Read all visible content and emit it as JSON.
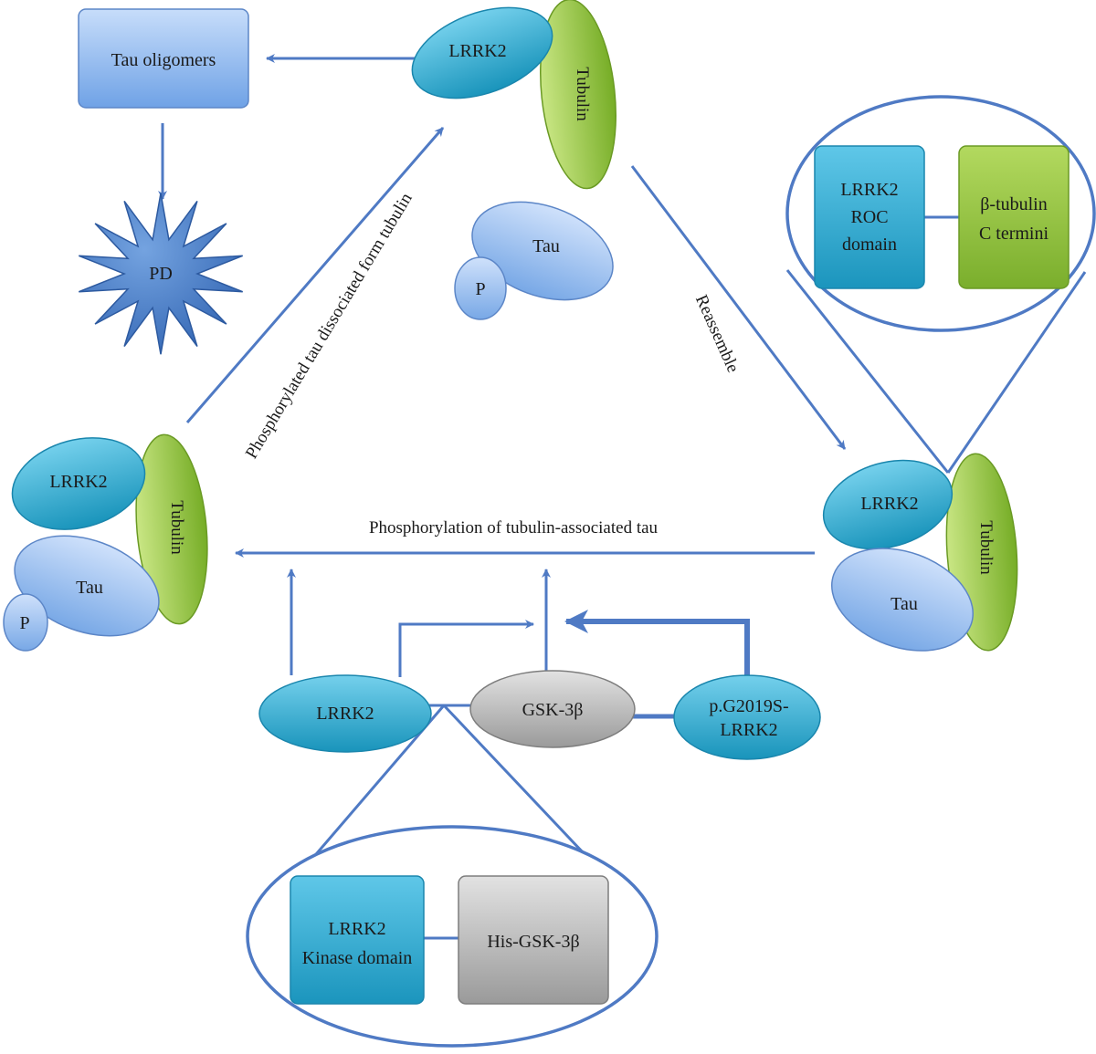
{
  "nodes": {
    "tau_oligomers": "Tau oligomers",
    "pd": "PD",
    "top_lrrk2": "LRRK2",
    "top_tubulin": "Tubulin",
    "center_tau": "Tau",
    "center_p": "P",
    "left_lrrk2": "LRRK2",
    "left_tubulin": "Tubulin",
    "left_tau": "Tau",
    "left_p": "P",
    "right_lrrk2": "LRRK2",
    "right_tubulin": "Tubulin",
    "right_tau": "Tau",
    "bottom_lrrk2": "LRRK2",
    "gsk3b": "GSK-3β",
    "g2019s_line1": "p.G2019S-",
    "g2019s_line2": "LRRK2"
  },
  "zoom_top_right": {
    "roc_line1": "LRRK2",
    "roc_line2": "ROC",
    "roc_line3": "domain",
    "tub_line1": "β-tubulin",
    "tub_line2": "C termini"
  },
  "zoom_bottom": {
    "kinase_line1": "LRRK2",
    "kinase_line2": "Kinase domain",
    "his_gsk": "His-GSK-3β"
  },
  "edge_labels": {
    "dissociated": "Phosphorylated tau dissociated form tubulin",
    "reassemble": "Reassemble",
    "phosphorylation": "Phosphorylation of tubulin-associated tau"
  },
  "colors": {
    "arrow": "#4f7ac4",
    "lrrk2": "#27a3c6",
    "tubulin": "#8cc23d",
    "tau": "#8fb8ea",
    "gsk": "#a9a9a9",
    "box_blue": "#8ab7ee"
  }
}
